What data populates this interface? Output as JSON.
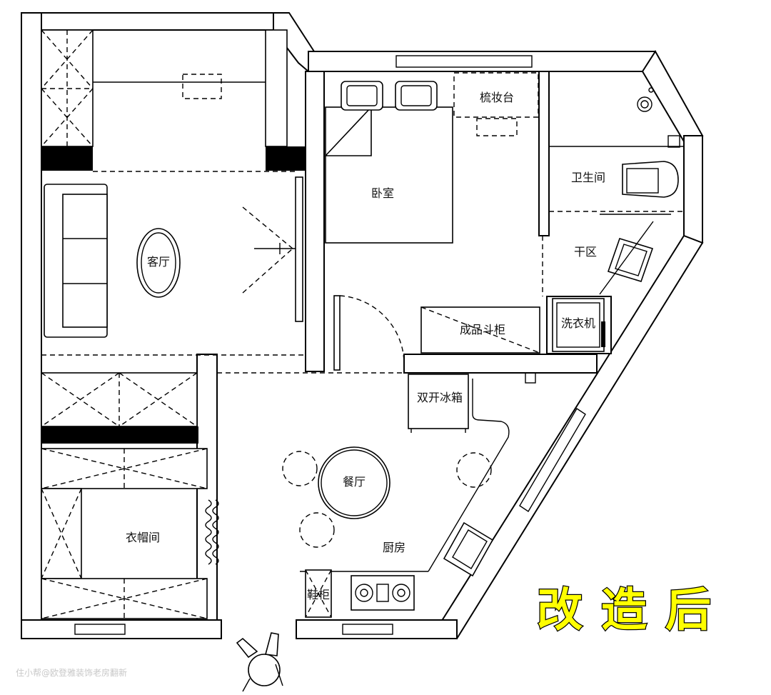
{
  "rooms": {
    "living_room": "客厅",
    "bedroom": "卧室",
    "vanity": "梳妆台",
    "bathroom": "卫生间",
    "dry_area": "干区",
    "washing_machine": "洗衣机",
    "wardrobe_cabinet": "成品斗柜",
    "fridge": "双开冰箱",
    "dining_room": "餐厅",
    "kitchen": "厨房",
    "cloakroom": "衣帽间",
    "shoe_cabinet": "鞋柜"
  },
  "title": "改造后",
  "watermark": "住小帮@欧登雅装饰老房翻新",
  "colors": {
    "title_fill": "#ffff00",
    "title_stroke": "#000000",
    "wall": "#000000"
  }
}
